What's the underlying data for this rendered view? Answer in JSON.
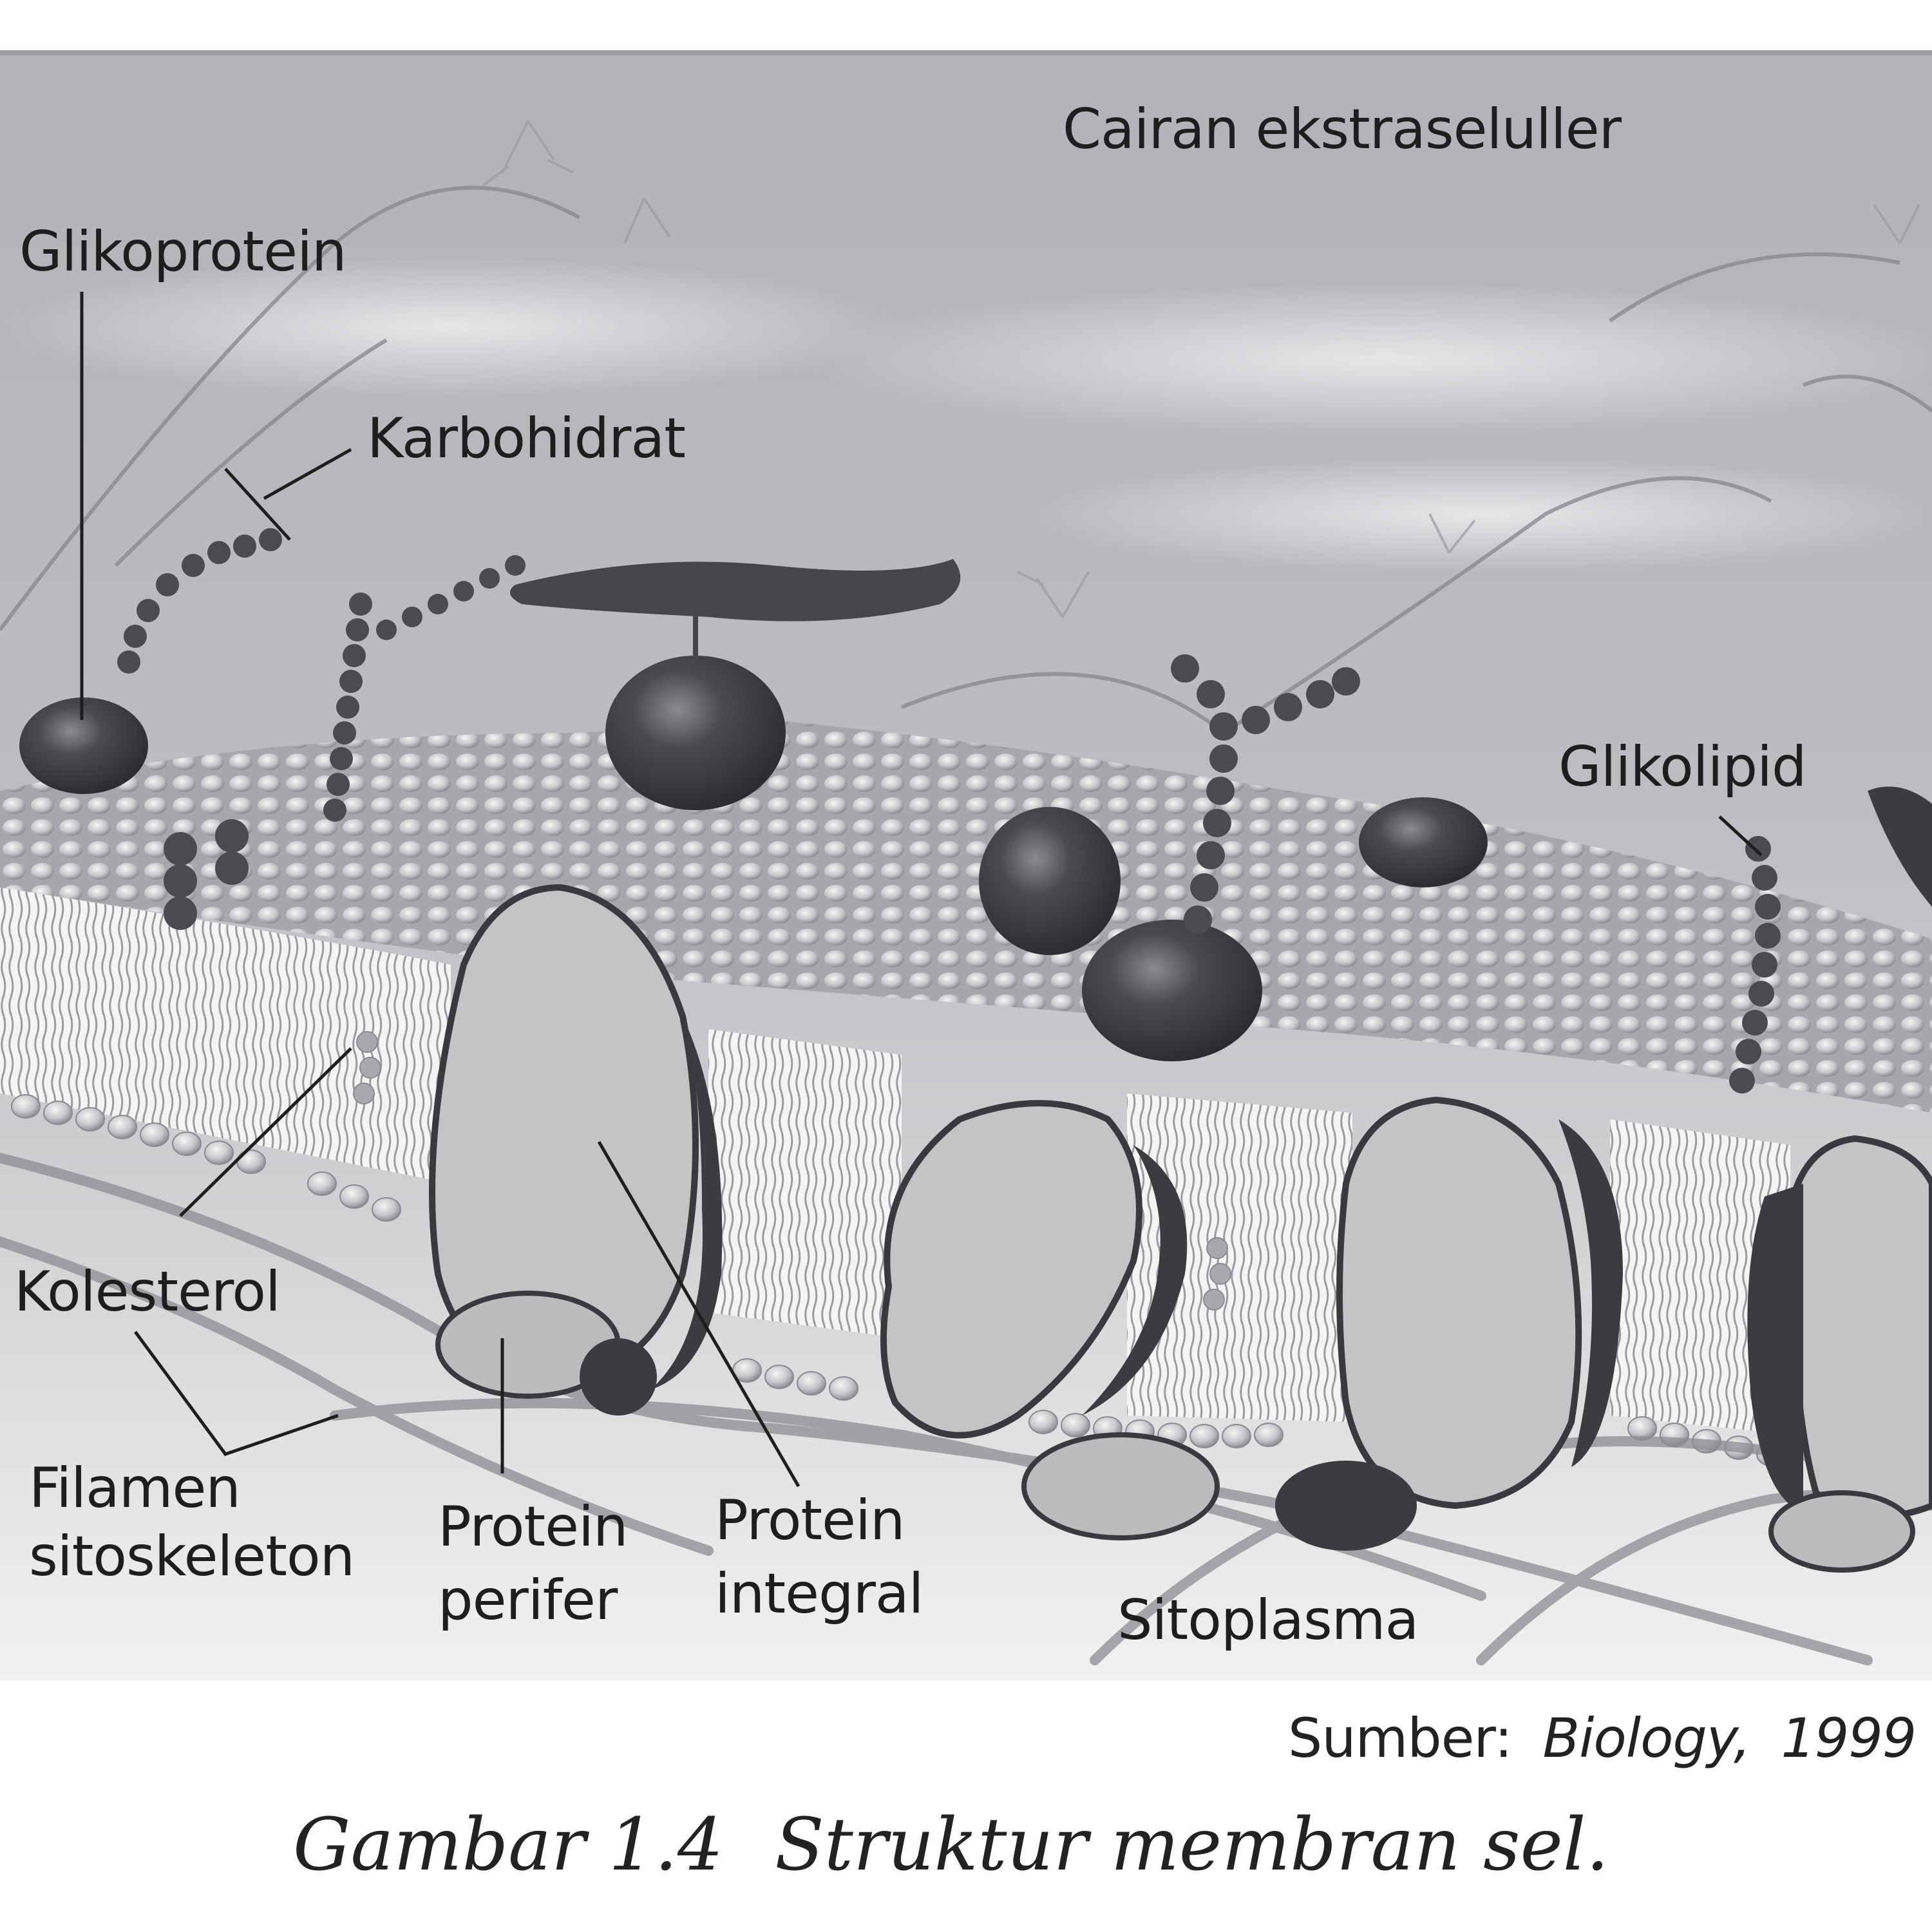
{
  "figure": {
    "labels": {
      "extracellular": "Cairan  ekstraseluller",
      "glycoprotein": "Glikoprotein",
      "carbohydrate": "Karbohidrat",
      "glycolipid": "Glikolipid",
      "cholesterol": "Kolesterol",
      "cytoskeleton_line1": "Filamen",
      "cytoskeleton_line2": "sitoskeleton",
      "peripheral_line1": "Protein",
      "peripheral_line2": "perifer",
      "integral_line1": "Protein",
      "integral_line2": "integral",
      "cytoplasm": "Sitoplasma"
    },
    "colors": {
      "background_top": "#b4b4ba",
      "background_bottom": "#f2f2f2",
      "protein_dark": "#3c3c40",
      "protein_light": "#bdbdc0",
      "phospholipid_head": "#dcdcde",
      "label_text": "#1e1e1e"
    }
  },
  "source": {
    "prefix": "Sumber:",
    "title": "Biology,",
    "year": "1999"
  },
  "caption": {
    "number": "Gambar 1.4",
    "text": "Struktur membran sel."
  }
}
